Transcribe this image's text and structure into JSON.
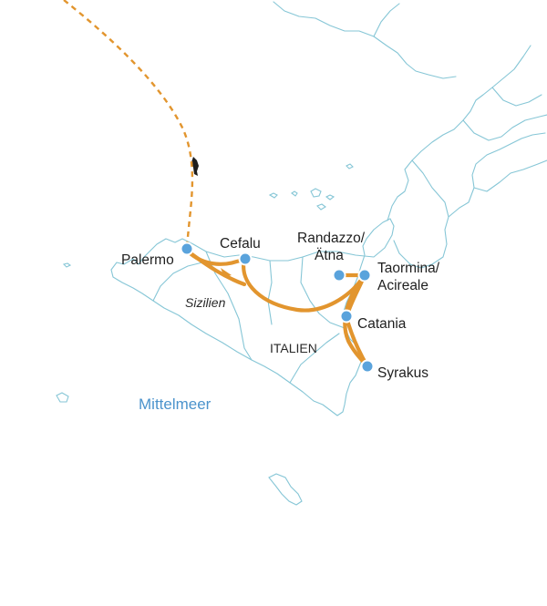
{
  "map": {
    "places": [
      {
        "key": "palermo",
        "lines": [
          "Palermo"
        ]
      },
      {
        "key": "cefalu",
        "lines": [
          "Cefalu"
        ]
      },
      {
        "key": "randazzo",
        "lines": [
          "Randazzo/",
          "Ätna"
        ]
      },
      {
        "key": "taormina",
        "lines": [
          "Taormina/",
          "Acireale"
        ]
      },
      {
        "key": "catania",
        "lines": [
          "Catania"
        ]
      },
      {
        "key": "syrakus",
        "lines": [
          "Syrakus"
        ]
      }
    ],
    "regions": {
      "sizilien": "Sizilien",
      "italien": "ITALIEN",
      "sea": "Mittelmeer"
    },
    "colors": {
      "route": "#e2952e",
      "stop": "#5aa3dc",
      "coast": "#86c6d6",
      "sea_label": "#4b93cc"
    }
  }
}
